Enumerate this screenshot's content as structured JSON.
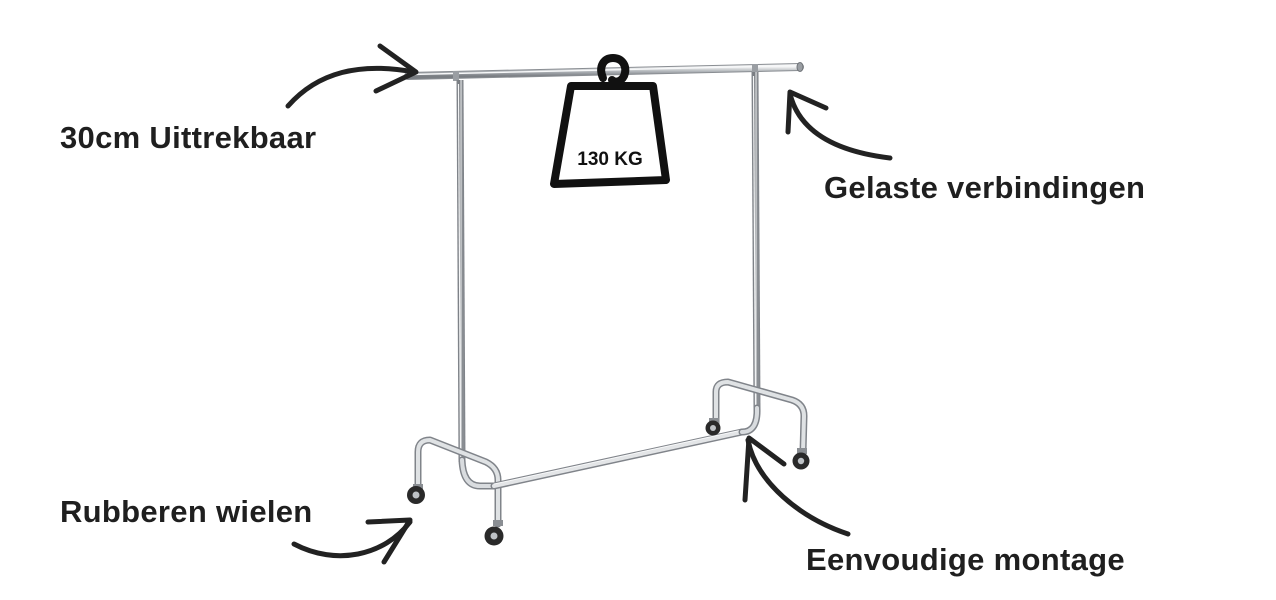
{
  "labels": {
    "extendable": "30cm Uittrekbaar",
    "welded": "Gelaste verbindingen",
    "wheels": "Rubberen wielen",
    "assembly": "Eenvoudige montage"
  },
  "weight": {
    "text": "130 KG"
  },
  "colors": {
    "text": "#1f1f1f",
    "arrow": "#222222",
    "chrome_light": "#e6e8ea",
    "chrome_mid": "#b4b8bc",
    "chrome_dark": "#7d8186",
    "weight_fill": "#ffffff",
    "weight_stroke": "#111111"
  }
}
